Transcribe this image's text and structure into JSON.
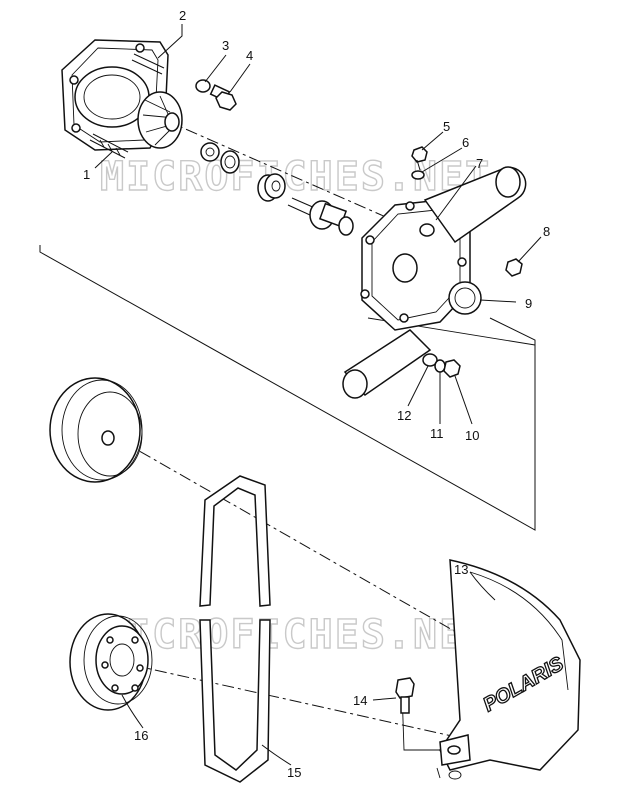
{
  "diagram": {
    "watermark": "MICROFICHES.NET",
    "brand_on_cover": "POLARIS",
    "callouts": {
      "c1": "1",
      "c2": "2",
      "c3": "3",
      "c4": "4",
      "c5": "5",
      "c6": "6",
      "c7": "7",
      "c8": "8",
      "c9": "9",
      "c10": "10",
      "c11": "11",
      "c12": "12",
      "c13": "13",
      "c14": "14",
      "c15": "15",
      "c16": "16"
    }
  }
}
